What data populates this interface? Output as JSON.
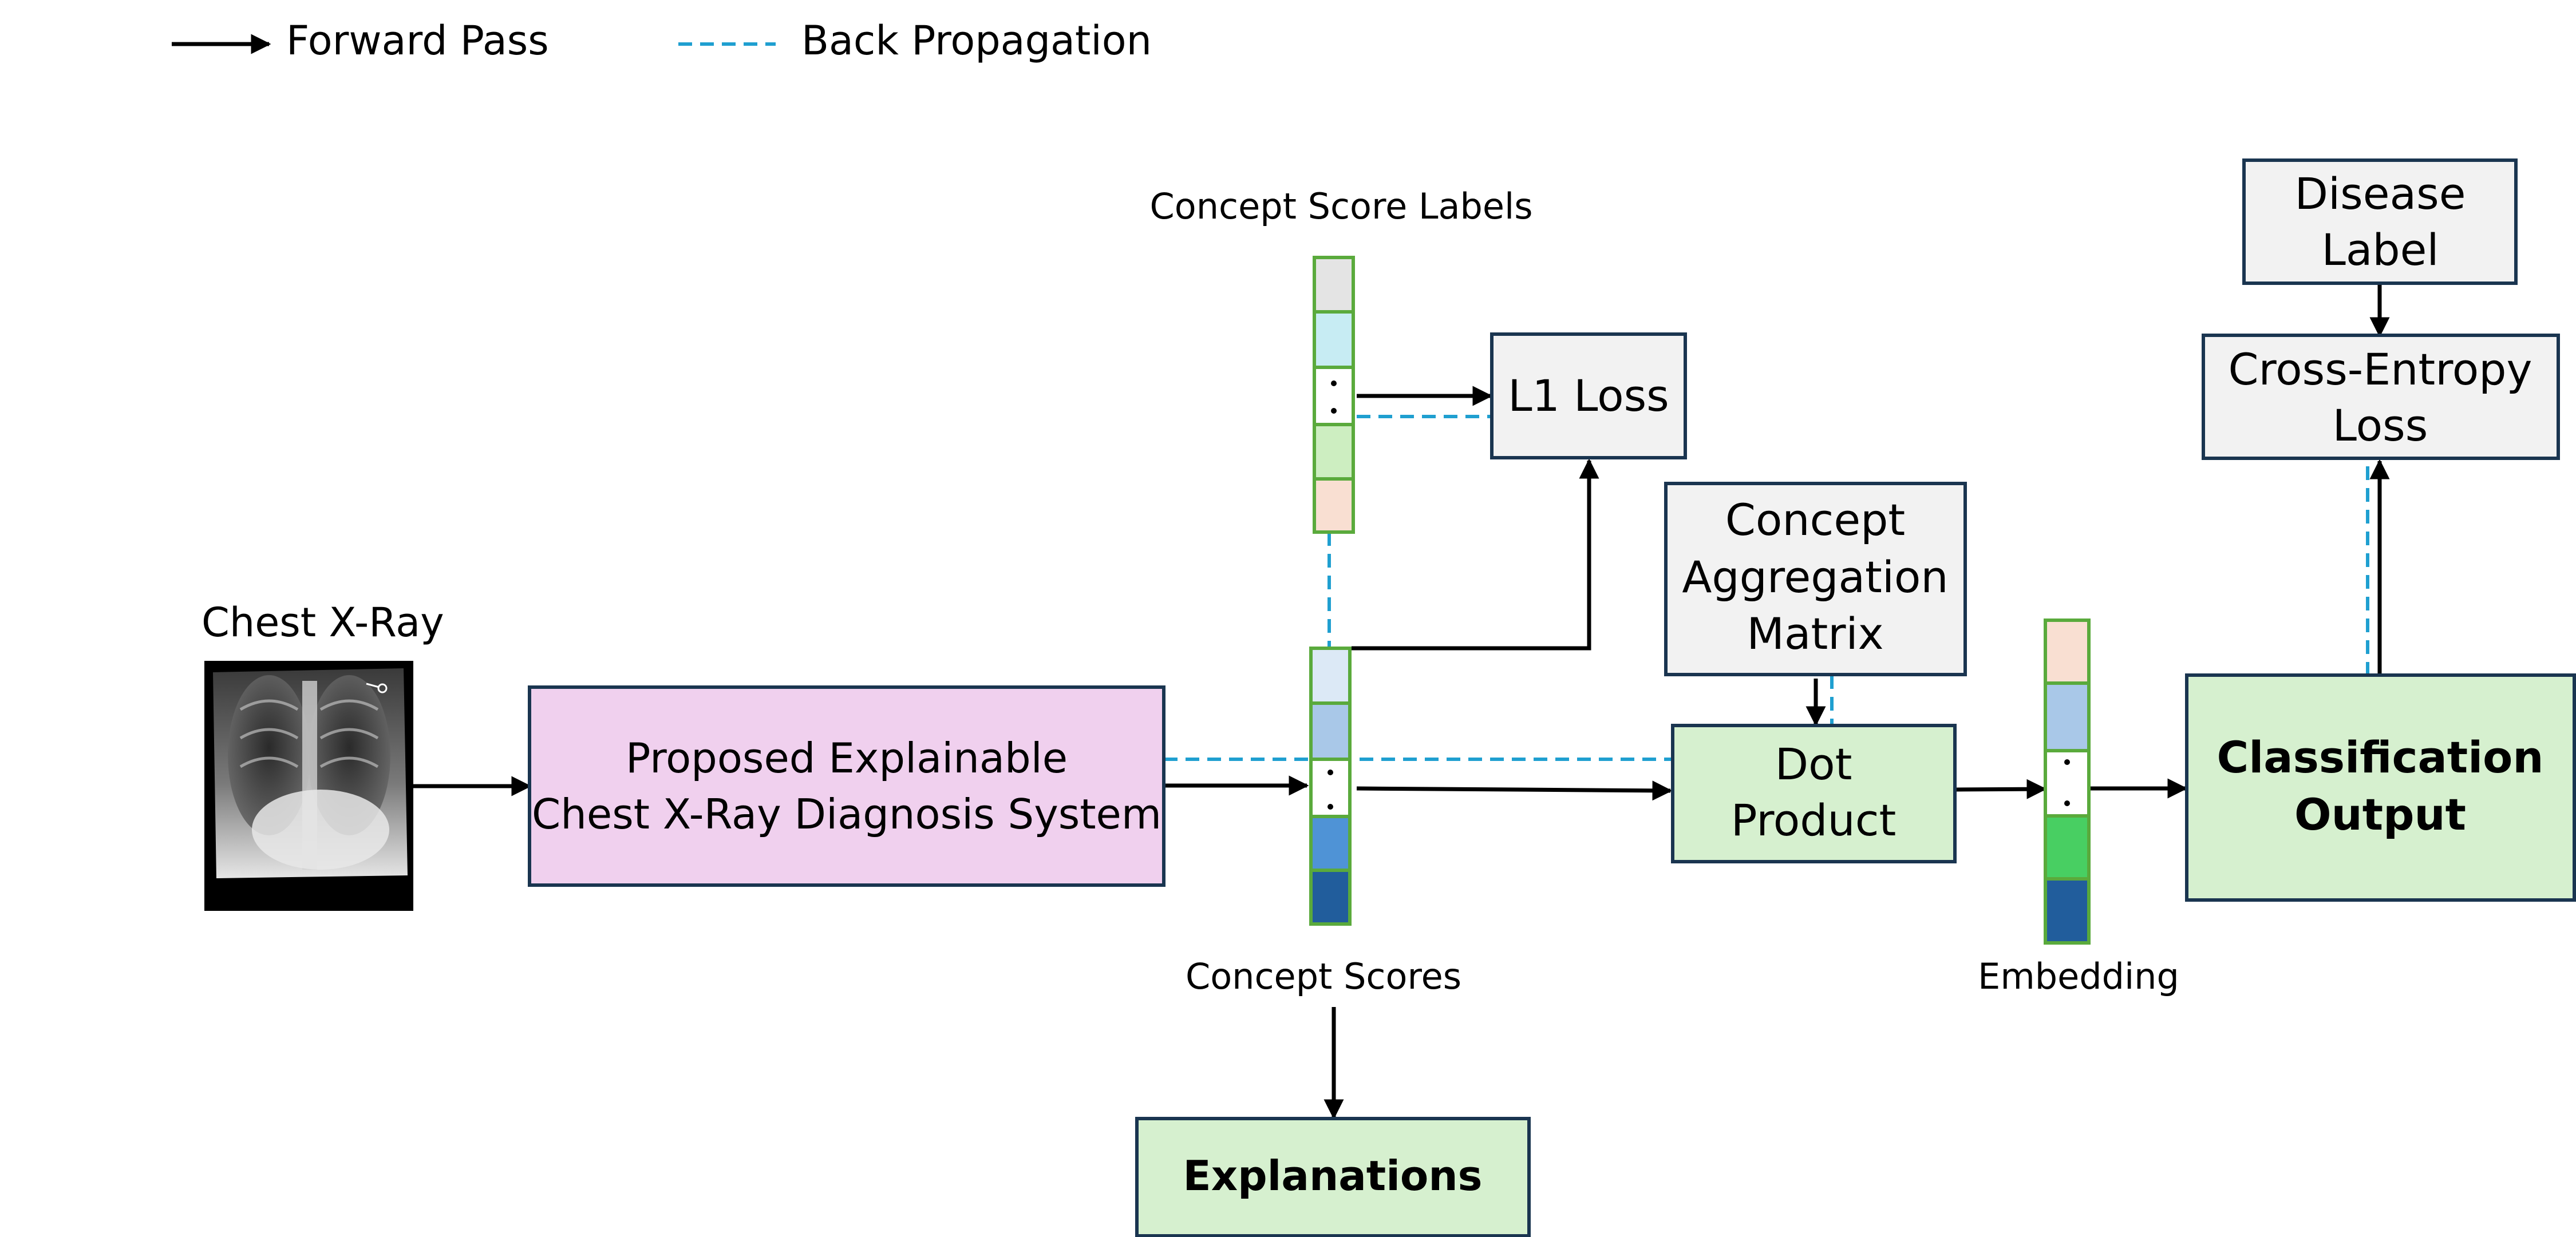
{
  "legend": {
    "forward": "Forward Pass",
    "backward": "Back Propagation"
  },
  "labels": {
    "chest_xray": "Chest X-Ray",
    "concept_score_labels": "Concept Score Labels",
    "concept_scores": "Concept Scores",
    "embedding": "Embedding"
  },
  "boxes": {
    "system_line1": "Proposed Explainable",
    "system_line2": "Chest X-Ray Diagnosis System",
    "l1_loss": "L1 Loss",
    "agg_line1": "Concept",
    "agg_line2": "Aggregation",
    "agg_line3": "Matrix",
    "dot_line1": "Dot",
    "dot_line2": "Product",
    "disease_line1": "Disease",
    "disease_line2": "Label",
    "ce_line1": "Cross-Entropy",
    "ce_line2": "Loss",
    "class_line1": "Classification",
    "class_line2": "Output",
    "explanations": "Explanations"
  },
  "colors": {
    "forward_arrow": "#000000",
    "backprop_dash": "#1f9fd0",
    "system_fill": "#f0d0ee",
    "loss_fill": "#f2f2f2",
    "green_fill": "#d6f0cf",
    "box_border": "#1a3550",
    "vector_border": "#5aaa3c"
  }
}
